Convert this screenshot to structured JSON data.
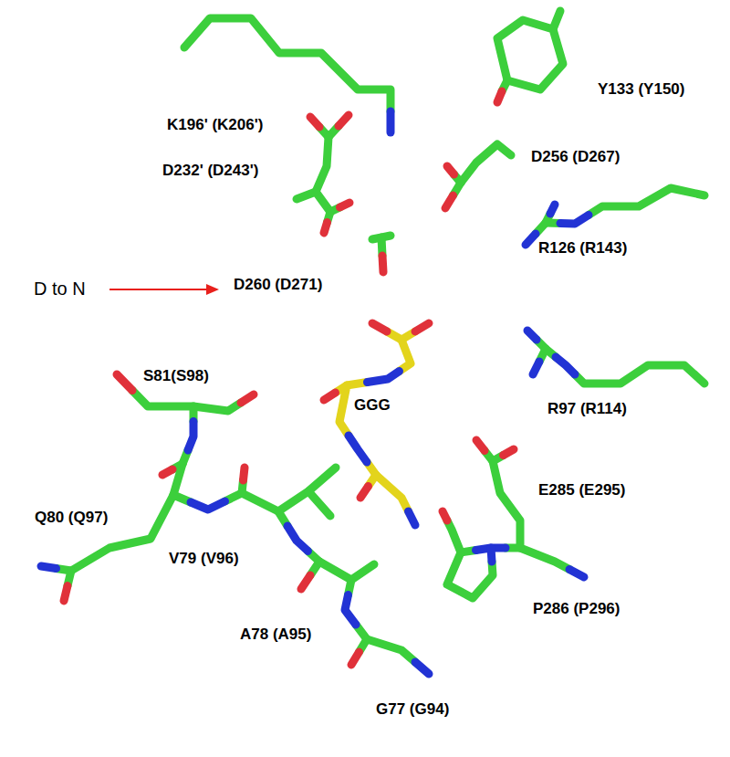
{
  "diagram": {
    "labels": [
      "K196' (K206')",
      "Y133 (Y150)",
      "D232' (D243')",
      "D256 (D267)",
      "R126 (R143)",
      "D to N",
      "D260 (D271)",
      "S81(S98)",
      "GGG",
      "R97 (R114)",
      "Q80 (Q97)",
      "E285 (E295)",
      "V79 (V96)",
      "P286 (P296)",
      "A78 (A95)",
      "G77 (G94)"
    ]
  }
}
